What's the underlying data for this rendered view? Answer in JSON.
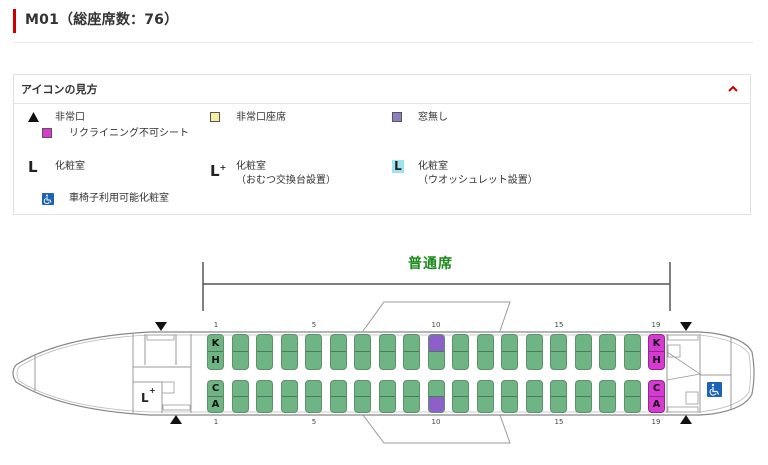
{
  "header": {
    "title": "M01（総座席数：76）",
    "accent_color": "#cc0000"
  },
  "legend": {
    "title": "アイコンの見方",
    "toggle_icon": "chevron-up-icon",
    "items": [
      {
        "icon": "emergency-exit-triangle-icon",
        "label": "非常口"
      },
      {
        "icon": "emergency-exit-seat-square-icon",
        "color": "#f5f0a0",
        "label": "非常口座席"
      },
      {
        "icon": "no-window-square-icon",
        "color": "#8d7fc0",
        "label": "窓無し"
      },
      {
        "icon": "no-recline-square-icon",
        "color": "#d63ad1",
        "label": "リクライニング不可シート"
      },
      {
        "icon": "lavatory-icon",
        "glyph": "L",
        "label": "化粧室"
      },
      {
        "icon": "lavatory-diaper-icon",
        "glyph": "L+",
        "label": "化粧室",
        "sublabel": "（おむつ交換台設置）"
      },
      {
        "icon": "lavatory-washlet-icon",
        "glyph": "L",
        "color": "#9fe3ef",
        "label": "化粧室",
        "sublabel": "（ウオッシュレット設置）"
      },
      {
        "icon": "wheelchair-lavatory-icon",
        "color": "#1c63b7",
        "label": "車椅子利用可能化粧室"
      }
    ]
  },
  "seatmap": {
    "cabin_label": "普通席",
    "cabin_label_color": "#1a8a1a",
    "row_labels": {
      "top": [
        "1",
        "5",
        "10",
        "15",
        "19"
      ],
      "bottom": [
        "1",
        "5",
        "10",
        "15",
        "19"
      ]
    },
    "rows": 19,
    "seat_letters": {
      "upper": [
        "K",
        "H"
      ],
      "lower": [
        "C",
        "A"
      ]
    },
    "lettered_rows": [
      1,
      19
    ],
    "no_window_seats": [
      "10K",
      "10A"
    ],
    "no_recline_rows": [
      19
    ],
    "colors": {
      "seat": "#6fb583",
      "no_window": "#8d5fc9",
      "no_recline": "#d63ad1"
    },
    "front_galley_lavatory": "L+",
    "rear_lavatory": "wheelchair-accessible"
  }
}
